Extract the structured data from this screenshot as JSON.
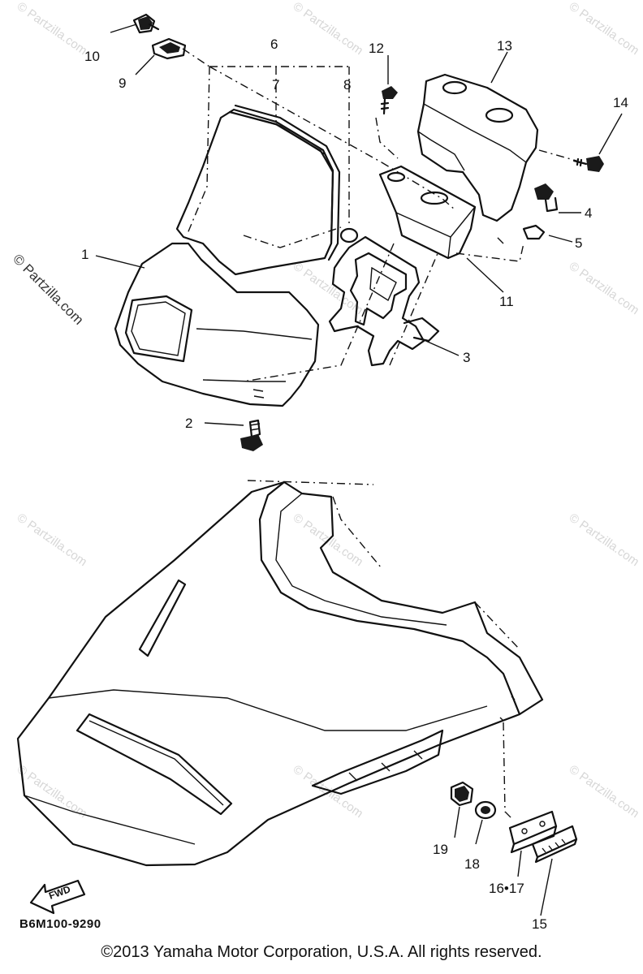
{
  "callouts": [
    "1",
    "2",
    "3",
    "4",
    "5",
    "6",
    "7",
    "8",
    "9",
    "10",
    "11",
    "12",
    "13",
    "14",
    "15",
    "16•17",
    "18",
    "19"
  ],
  "fwd_label": "FWD",
  "diagram_code": "B6M100-9290",
  "copyright": "©2013  Yamaha Motor Corporation, U.S.A. All rights reserved.",
  "watermark": "© Partzilla.com"
}
